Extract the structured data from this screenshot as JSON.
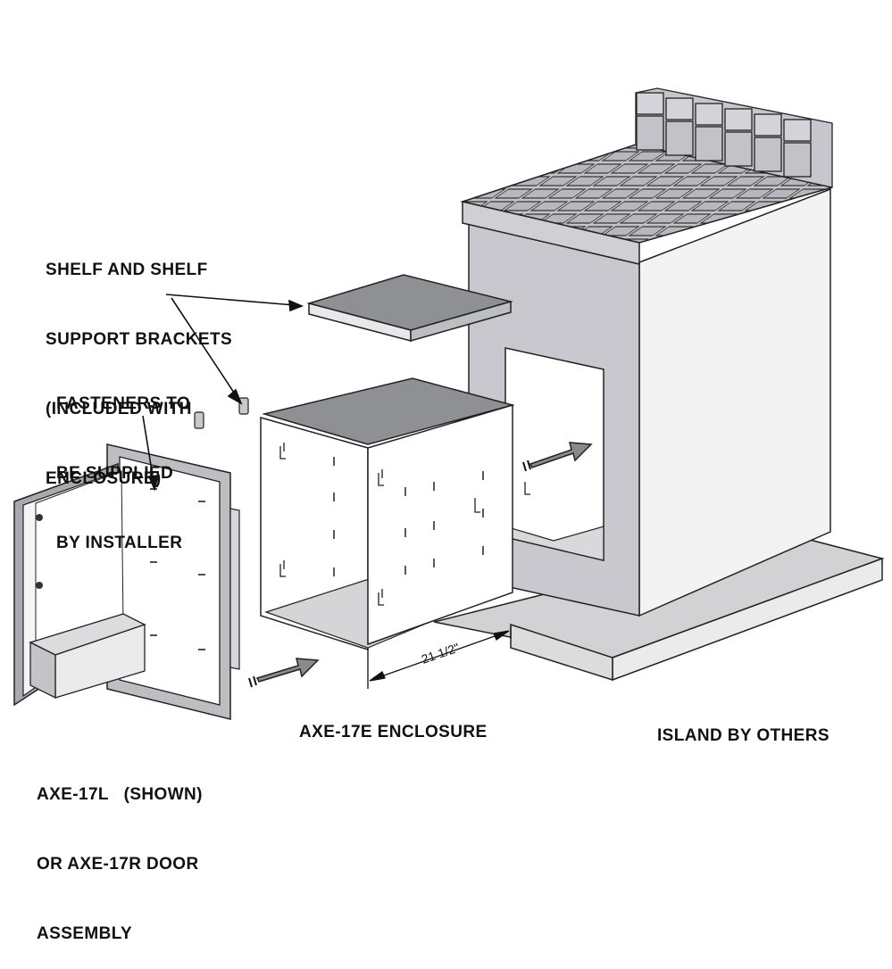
{
  "labels": {
    "shelf": [
      "SHELF AND SHELF",
      "SUPPORT BRACKETS",
      "(INCLUDED WITH",
      "ENCLOSURE)"
    ],
    "fasteners": [
      "FASTENERS TO",
      "BE SUPPLIED",
      "BY INSTALLER"
    ],
    "door": [
      "AXE-17L   (SHOWN)",
      "OR AXE-17R DOOR",
      "ASSEMBLY"
    ],
    "enclosure": "AXE-17E ENCLOSURE",
    "island": "ISLAND BY OTHERS"
  },
  "dimension": {
    "width": "21 1/2\""
  },
  "colors": {
    "outline": "#222222",
    "panel_light": "#f5f5f5",
    "panel_mid": "#d3d3d5",
    "panel_dark": "#8e8f93",
    "island_face": "#c9c8ce",
    "island_side": "#f2f2f2",
    "slab": "#d0d0d2",
    "arrow": "#8a8a8a"
  },
  "icons": [
    "arrow-right-icon",
    "bracket-icon",
    "fastener-icon"
  ]
}
